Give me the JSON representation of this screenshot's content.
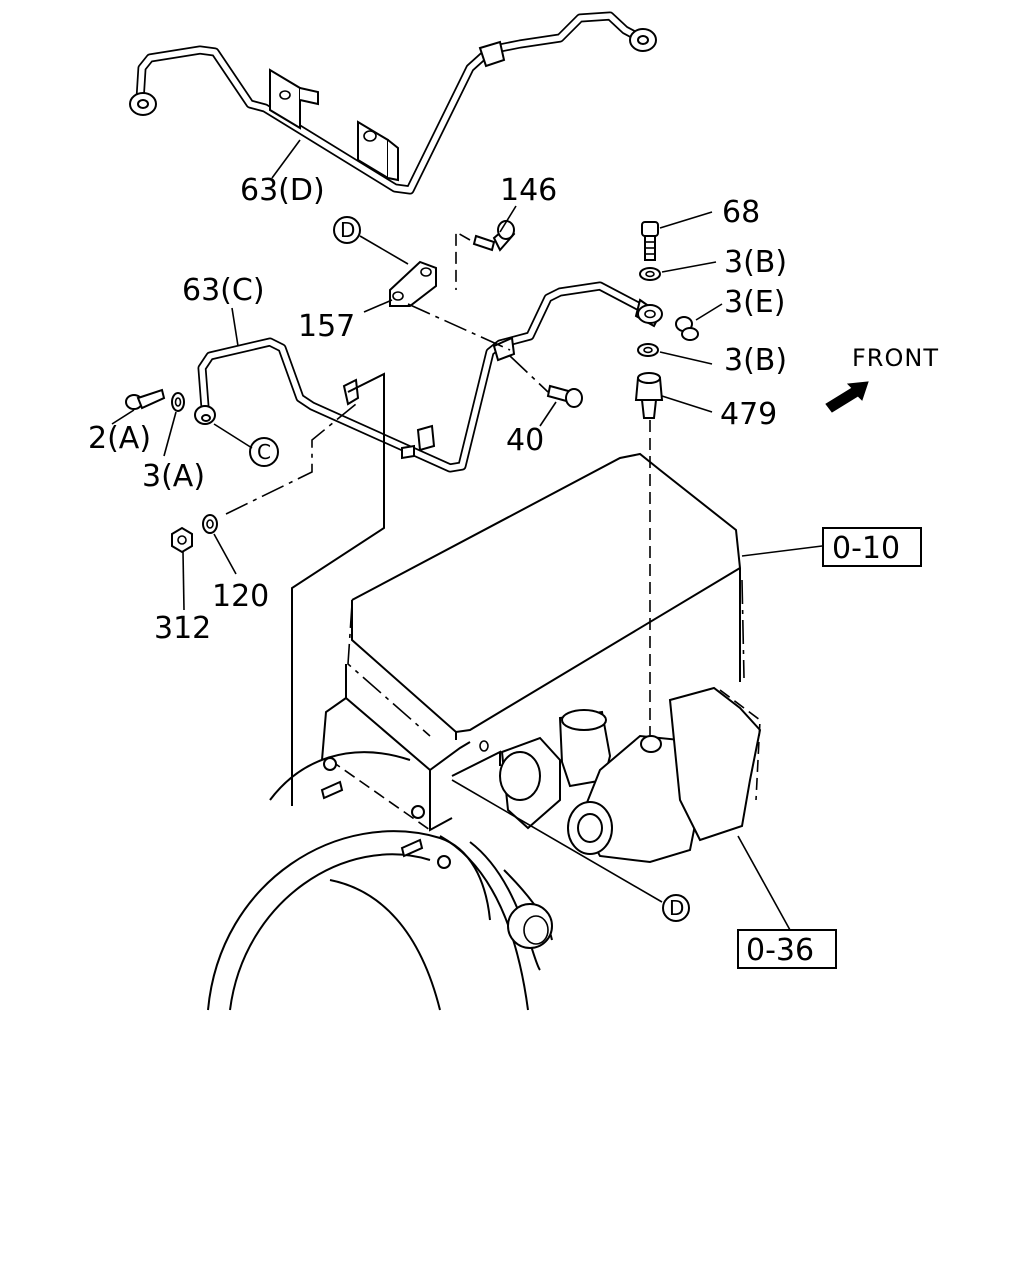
{
  "callouts": {
    "p63d": "63(D)",
    "p146": "146",
    "p68": "68",
    "p3b_top": "3(B)",
    "p3e": "3(E)",
    "p3b_bottom": "3(B)",
    "p63c": "63(C)",
    "p157": "157",
    "p2a": "2(A)",
    "p3a": "3(A)",
    "p40": "40",
    "p479": "479",
    "p120": "120",
    "p312": "312"
  },
  "refs": {
    "d_top": "D",
    "c_mid": "C",
    "d_bottom": "D"
  },
  "boxes": {
    "ref_010": "0-10",
    "ref_036": "0-36"
  },
  "front_label": "FRONT",
  "icons": {
    "front_arrow": "front-arrow-icon"
  }
}
